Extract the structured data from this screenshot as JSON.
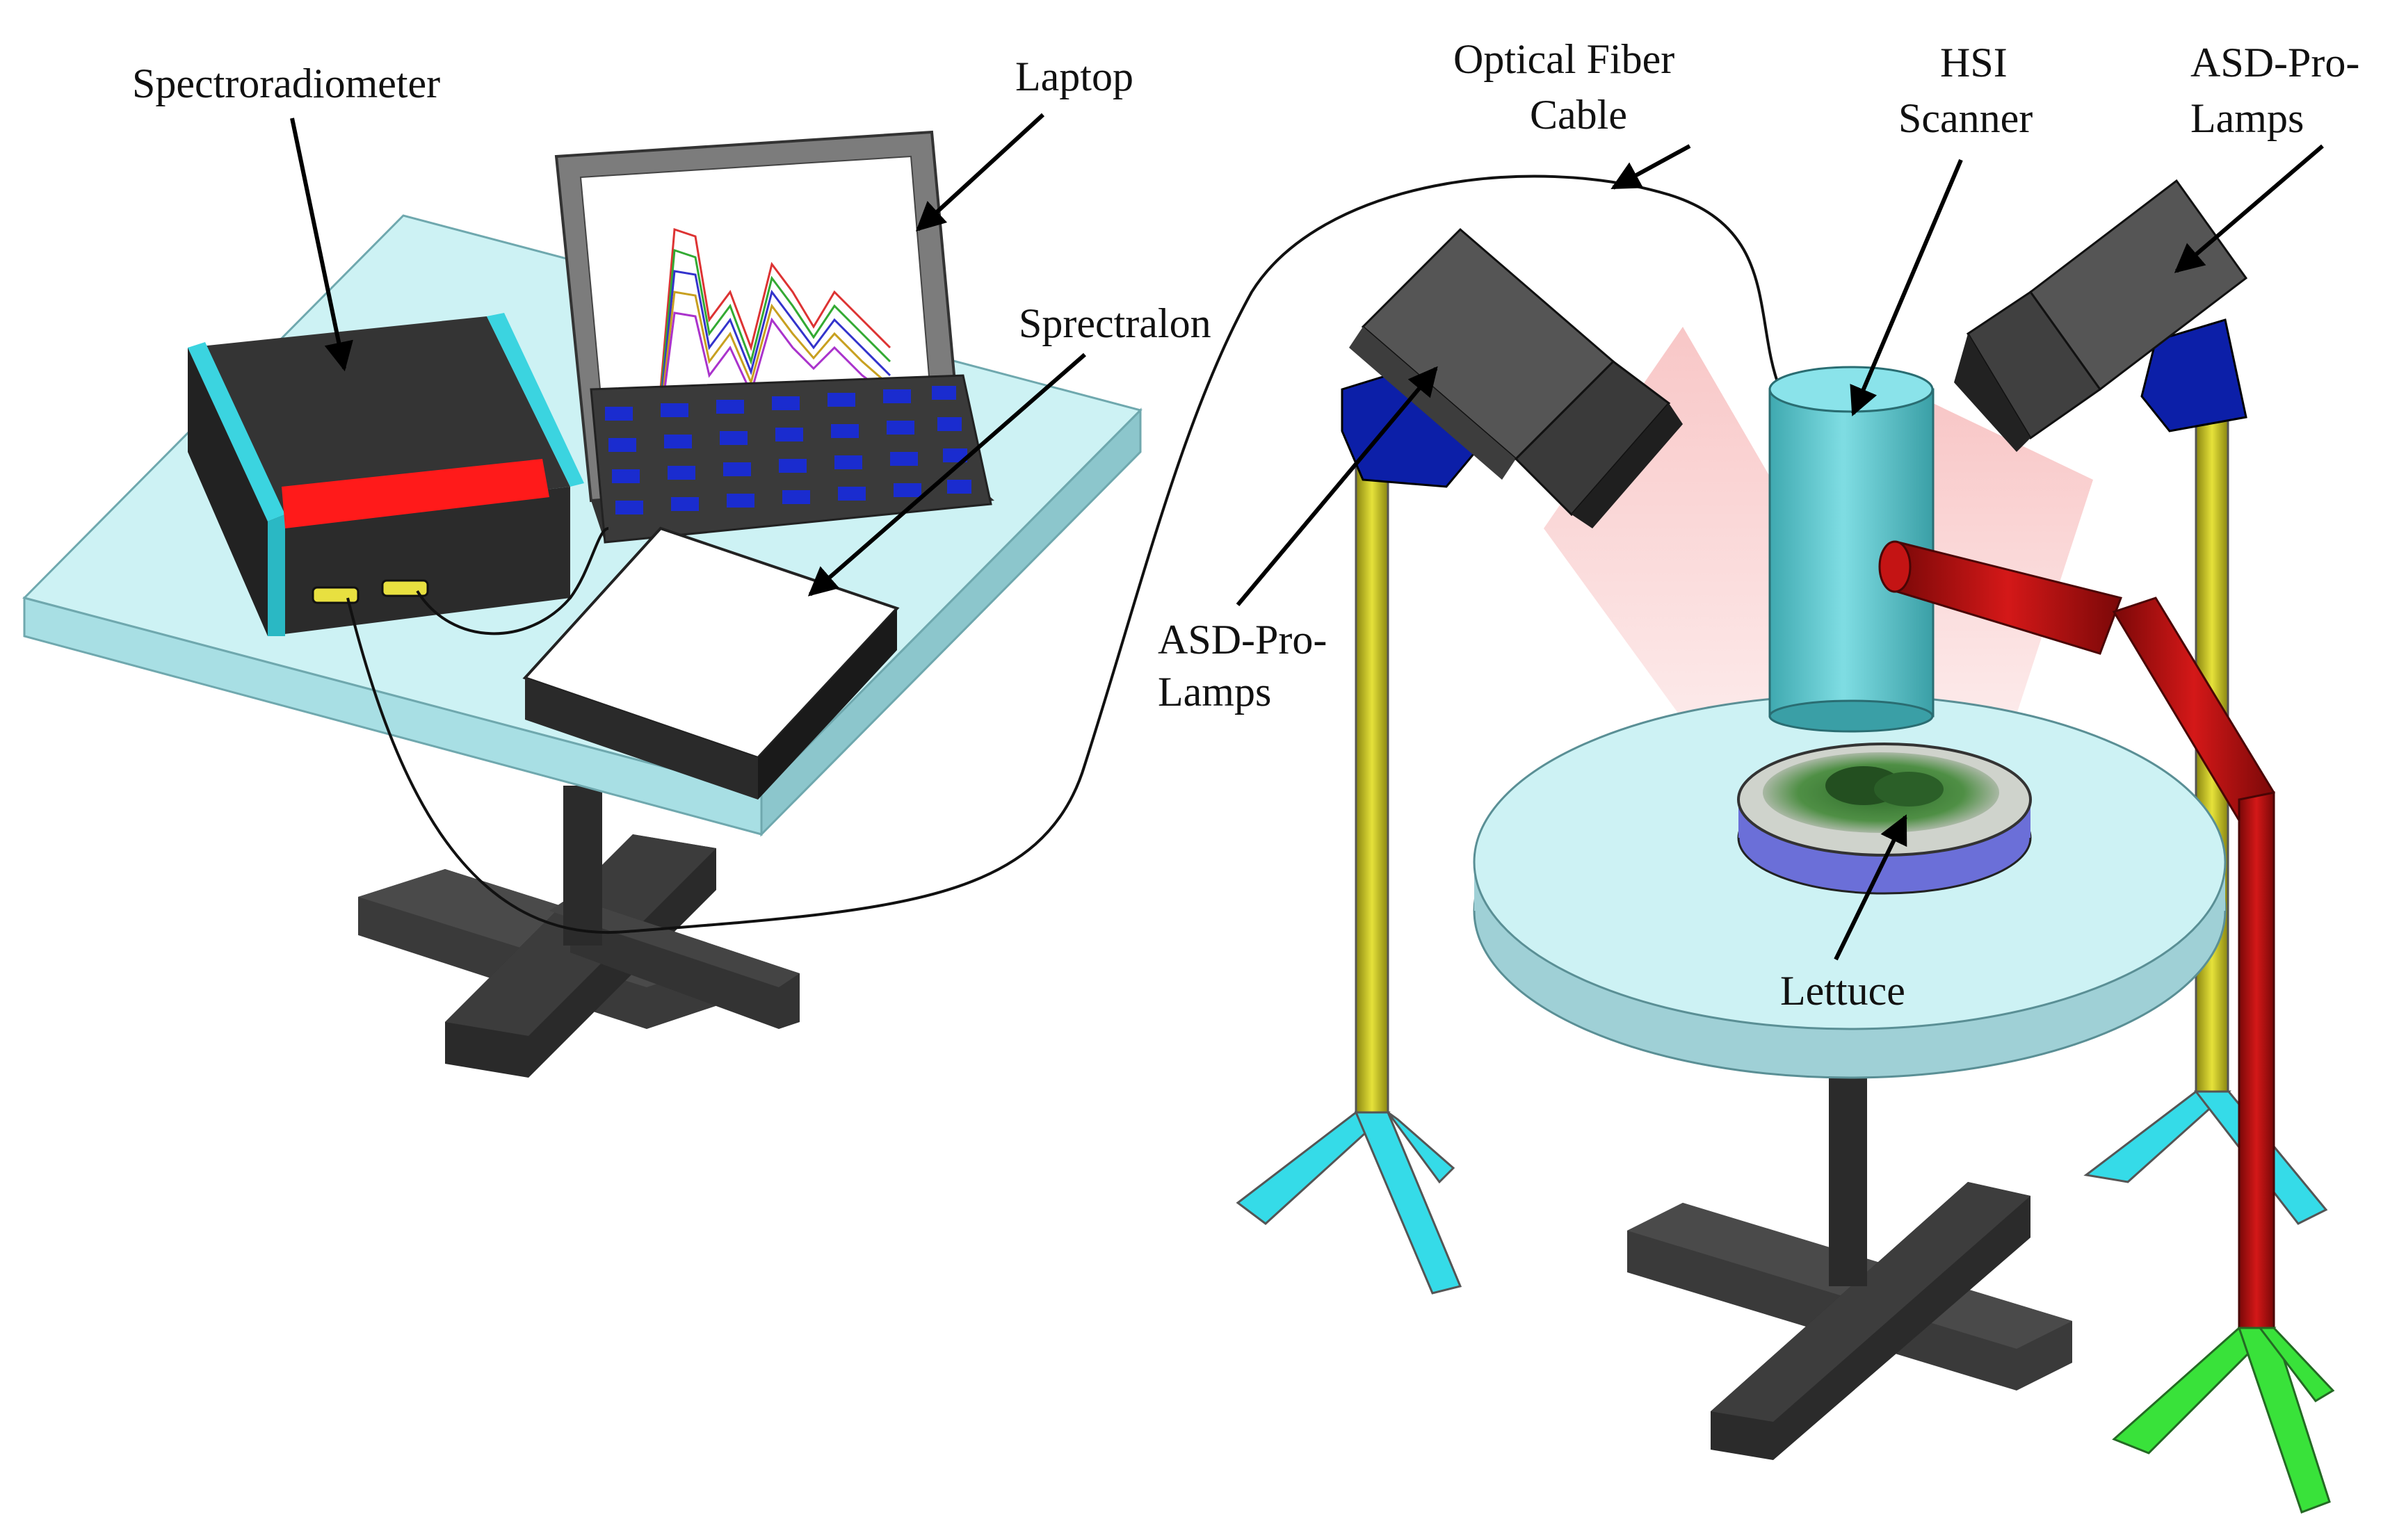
{
  "labels": {
    "spectroradiometer": "Spectroradiometer",
    "laptop": "Laptop",
    "optical_fiber_line1": "Optical Fiber",
    "optical_fiber_line2": "Cable",
    "hsi_line1": "HSI",
    "hsi_line2": "Scanner",
    "lamps_right_line1": "ASD-Pro-",
    "lamps_right_line2": "Lamps",
    "sprectralon": "Sprectralon",
    "lamps_left_line1": "ASD-Pro-",
    "lamps_left_line2": "Lamps",
    "lettuce": "Lettuce"
  },
  "colors": {
    "table_top": "#cdf2f4",
    "table_edge": "#9fd0d6",
    "stand_dark": "#2f2f2f",
    "device_body": "#3a3a3a",
    "accent_cyan": "#3bd4e0",
    "display_red": "#ff1a1a",
    "port_yellow": "#e8e040",
    "key_blue": "#1a2ccf",
    "pole_yellow": "#d6d21a",
    "leg_cyan": "#35dbe8",
    "leg_green": "#39e23a",
    "arm_red": "#b50d0d",
    "scanner_teal": "#5fc8cf",
    "beam_pink": "#f6b4b4",
    "lamp_mount_blue": "#0c1fa8"
  }
}
